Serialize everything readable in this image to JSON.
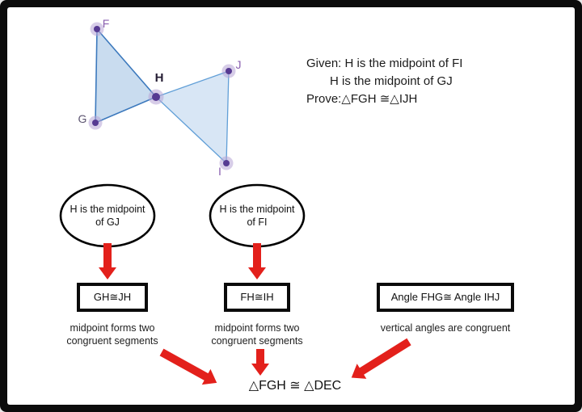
{
  "colors": {
    "arrow_red": "#e3201b",
    "triangle_fill_left": "#c9dcef",
    "triangle_fill_right": "#d8e6f5",
    "triangle_stroke": "#3c79bd",
    "point_fill": "#563a92",
    "point_halo": "#b7a4d6",
    "label_purple": "#8a5fb0"
  },
  "figure": {
    "points": [
      {
        "label": "F"
      },
      {
        "label": "G"
      },
      {
        "label": "H"
      },
      {
        "label": "J"
      },
      {
        "label": "I"
      }
    ]
  },
  "statement": {
    "given_line1": "Given: H is the midpoint of FI",
    "given_line2": "H is the midpoint of GJ",
    "prove_line": "Prove:△FGH ≅△IJH"
  },
  "ovals": [
    {
      "line1": "H is the midpoint",
      "line2": "of GJ"
    },
    {
      "line1": "H is the midpoint",
      "line2": "of FI"
    }
  ],
  "boxes": [
    {
      "statement": "GH≅JH",
      "reason_line1": "midpoint forms two",
      "reason_line2": "congruent segments"
    },
    {
      "statement": "FH≅IH",
      "reason_line1": "midpoint forms two",
      "reason_line2": "congruent segments"
    },
    {
      "statement": "Angle FHG≅ Angle IHJ",
      "reason_line1": "vertical angles are congruent"
    }
  ],
  "conclusion": {
    "text": "△FGH ≅ △DEC"
  }
}
